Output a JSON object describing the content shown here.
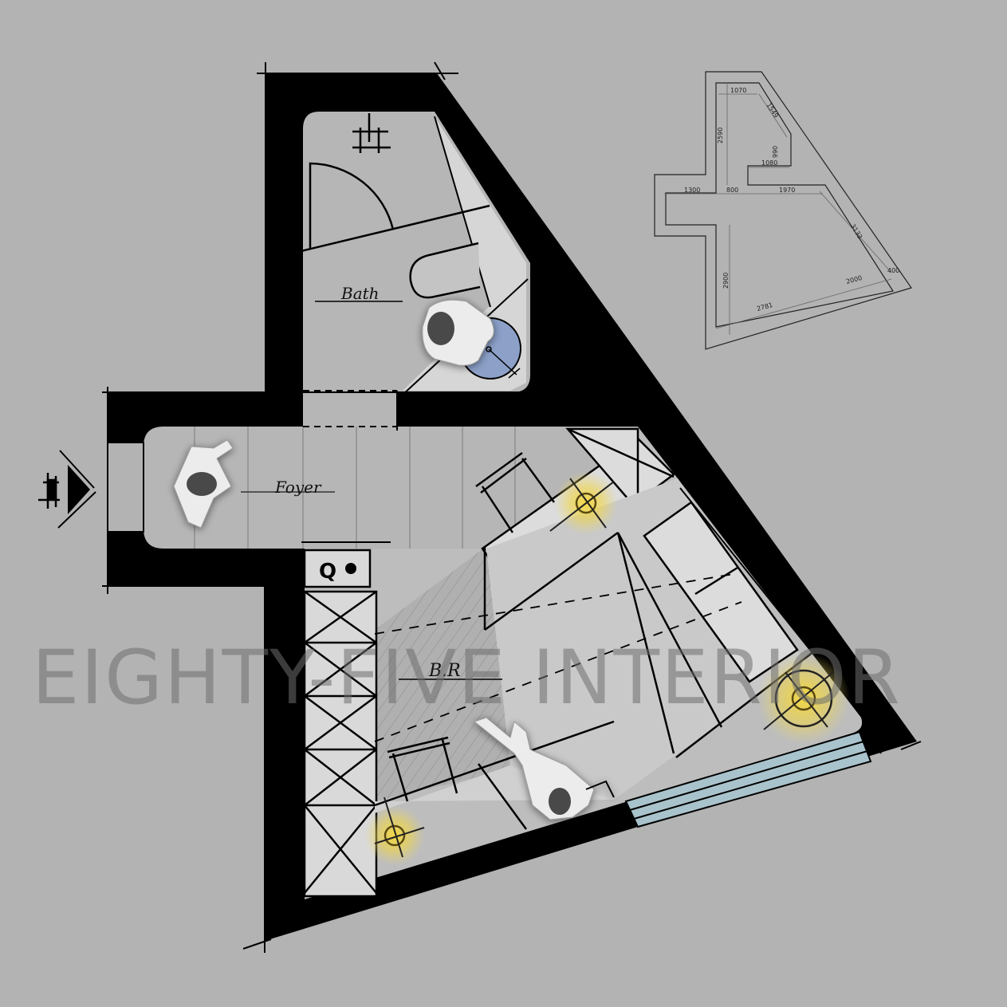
{
  "colors": {
    "background": "#b3b3b3",
    "wall": "#000000",
    "floor_light": "#d9d9d9",
    "floor_mid": "#bdbdbd",
    "hatch_area": "#aaaaaa",
    "window_glass": "#a9c3cc",
    "basin_blue": "#8ca0c8",
    "light_glow": "#f2d53c",
    "watermark": "#6e6e6e"
  },
  "rooms": {
    "bath": {
      "label": "Bath"
    },
    "foyer": {
      "label": "Foyer"
    },
    "bedroom": {
      "label": "B.R"
    }
  },
  "watermark": {
    "text": "EIGHTY-FIVE INTERIOR"
  },
  "key_plan": {
    "dimensions": {
      "bath_top_width": "1070",
      "bath_diagonal": "1549",
      "bath_height": "2590",
      "bath_right_height": "990",
      "bath_bottom_width": "1080",
      "foyer_left": "1300",
      "foyer_door": "800",
      "foyer_right": "1970",
      "bedroom_diagonal": "3133",
      "bedroom_height": "2900",
      "window_width": "2000",
      "bedroom_bottom": "2781",
      "corner_offset": "400"
    }
  },
  "icons": {
    "entry_arrow": "entry-arrow-icon",
    "north_marker": "grid-marker-icon",
    "toilet": "toilet-icon",
    "sink": "round-basin-icon",
    "wardrobe_symbol": "wardrobe-cross-icon",
    "ceiling_lights": "ceiling-light-icon",
    "person": "person-topview-icon",
    "sign": "signature-logo-icon"
  }
}
